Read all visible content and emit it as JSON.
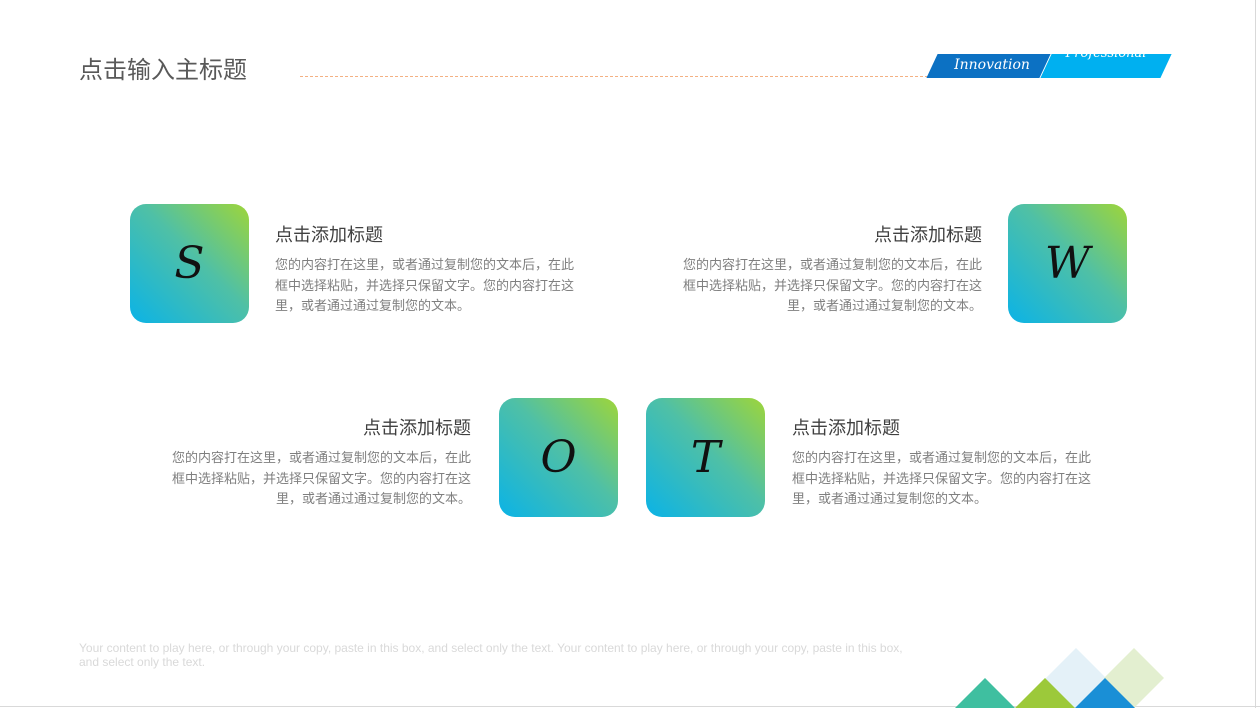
{
  "header": {
    "title": "点击输入主标题",
    "tags": [
      "Innovation",
      "Professional"
    ]
  },
  "swot": [
    {
      "letter": "S",
      "heading": "点击添加标题",
      "body": "您的内容打在这里，或者通过复制您的文本后，在此框中选择粘贴，并选择只保留文字。您的内容打在这里，或者通过通过复制您的文本。"
    },
    {
      "letter": "W",
      "heading": "点击添加标题",
      "body": "您的内容打在这里，或者通过复制您的文本后，在此框中选择粘贴，并选择只保留文字。您的内容打在这里，或者通过通过复制您的文本。"
    },
    {
      "letter": "O",
      "heading": "点击添加标题",
      "body": "您的内容打在这里，或者通过复制您的文本后，在此框中选择粘贴，并选择只保留文字。您的内容打在这里，或者通过通过复制您的文本。"
    },
    {
      "letter": "T",
      "heading": "点击添加标题",
      "body": "您的内容打在这里，或者通过复制您的文本后，在此框中选择粘贴，并选择只保留文字。您的内容打在这里，或者通过通过复制您的文本。"
    }
  ],
  "footer": {
    "text": "Your content to play here, or through your copy, paste in this box, and select only the text. Your content to play here, or through your copy, paste in this box, and select only the text."
  },
  "colors": {
    "tag_dark": "#0c71c3",
    "tag_light": "#00b0f0",
    "gradient": [
      "#0bb3e6",
      "#4fc0a6",
      "#9ed53a"
    ],
    "deco": [
      "#3fbfa0",
      "#9cc93a",
      "#1a8fd6",
      "#e4f1f8",
      "#e3efd0"
    ]
  }
}
